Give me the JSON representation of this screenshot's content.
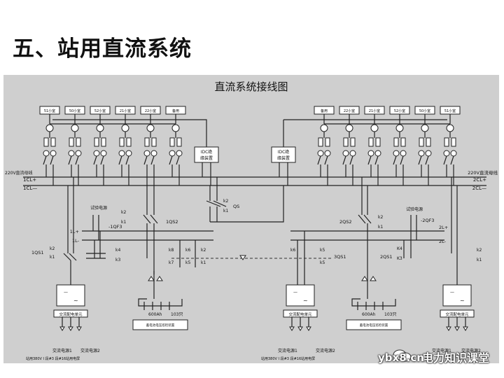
{
  "slide": {
    "title": "五、站用直流系统"
  },
  "diagram": {
    "title": "直流系统接线图",
    "feeder_boxes_left": [
      "51小室",
      "50小室",
      "52小室",
      "21小室",
      "22小室",
      "备用"
    ],
    "feeder_boxes_right": [
      "备用",
      "22小室",
      "21小室",
      "52小室",
      "50小室",
      "51小室"
    ],
    "insulation_monitor": "IDC绝\n缘装置",
    "bus_labels": {
      "left_bus": "220V直流母线",
      "right_bus": "220V直流母线",
      "cl1_plus": "1CL+",
      "cl1_minus": "1CL—",
      "cl2_plus": "2CL+",
      "cl2_minus": "2CL—",
      "l1_plus": "1L+",
      "l1_minus": "1L-",
      "l2_plus": "2L+",
      "l2_minus": "2L-"
    },
    "switch_labels": {
      "qs": "QS",
      "k1": "k1",
      "k2": "k2",
      "k3": "k3",
      "k4": "k4",
      "k5": "k5",
      "k6": "k6",
      "k7": "k7",
      "k8": "k8",
      "k4_right": "K4",
      "k3_right": "K3",
      "qf3_1": "-1QF3",
      "qf3_2": "-2QF3",
      "qs1_1": "1QS1",
      "qs1_2": "2QS1",
      "qs2_1": "1QS2",
      "qs2_2": "2QS2",
      "qs3": "3QS1",
      "test_source": "试验电源"
    },
    "battery_left": {
      "capacity": "600Ah",
      "count": "103只",
      "note": "蓄电池电压巡检装置"
    },
    "battery_right": {
      "capacity": "600Ah",
      "count": "103只",
      "note": "蓄电池电压巡检装置"
    },
    "charger_label": "交流配电单元",
    "ac_sources": {
      "left_1": "交流电源1",
      "left_2": "交流电源2",
      "left_note": "站用380V Ⅰ 段#3 段#16站用电屏",
      "mid_1": "交流电源1",
      "mid_2": "交流电源2",
      "mid_note": "站用380V Ⅰ 段#3 段#16站用电屏",
      "right_1": "交流电源1",
      "right_2": "交流电源2"
    }
  },
  "watermark": {
    "site": "ybx8.cn",
    "brand": "电力知识课堂"
  }
}
